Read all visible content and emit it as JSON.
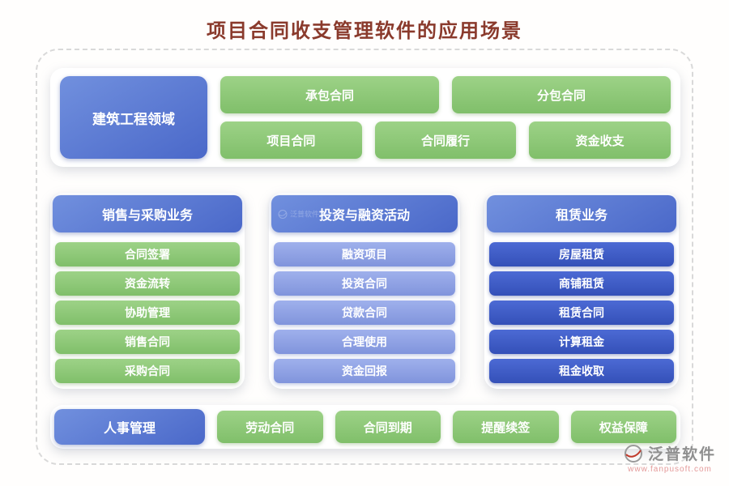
{
  "title": "项目合同收支管理软件的应用场景",
  "construction": {
    "header": "建筑工程领域",
    "row1": [
      "承包合同",
      "分包合同"
    ],
    "row2": [
      "项目合同",
      "合同履行",
      "资金收支"
    ]
  },
  "columns": [
    {
      "header": "销售与采购业务",
      "items": [
        "合同签署",
        "资金流转",
        "协助管理",
        "销售合同",
        "采购合同"
      ]
    },
    {
      "header": "投资与融资活动",
      "items": [
        "融资项目",
        "投资合同",
        "贷款合同",
        "合理使用",
        "资金回报"
      ]
    },
    {
      "header": "租赁业务",
      "items": [
        "房屋租赁",
        "商铺租赁",
        "租赁合同",
        "计算租金",
        "租金收取"
      ]
    }
  ],
  "hr": {
    "header": "人事管理",
    "items": [
      "劳动合同",
      "合同到期",
      "提醒续签",
      "权益保障"
    ]
  },
  "brand": {
    "name": "泛普软件",
    "url": "www.fanpusoft.com"
  },
  "colors": {
    "title_text": "#8a3a2c",
    "blue_header": "#4f6fce",
    "green_item": "#8cc878",
    "periwinkle_item": "#8da2e4",
    "navy_item": "#3c5ac6",
    "dashed_border": "#d9d9d9"
  }
}
